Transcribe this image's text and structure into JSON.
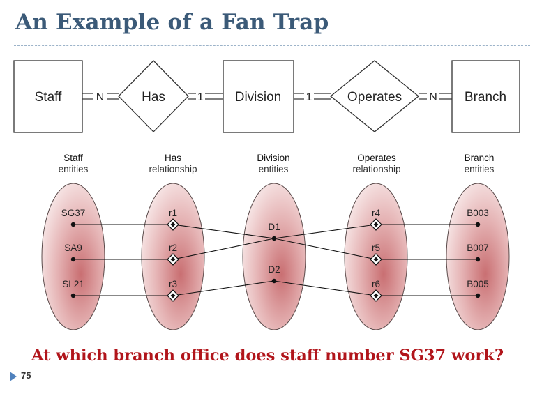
{
  "slide": {
    "title": "An Example of a Fan Trap",
    "question": "At which branch office does staff number SG37 work?",
    "page_number": "75"
  },
  "er": {
    "entities": {
      "staff": "Staff",
      "division": "Division",
      "branch": "Branch"
    },
    "relationships": {
      "has": "Has",
      "operates": "Operates"
    },
    "cardinalities": {
      "staff_has": "N",
      "has_division": "1",
      "division_operates": "1",
      "operates_branch": "N"
    }
  },
  "columns": [
    {
      "name": "Staff",
      "kind": "entities"
    },
    {
      "name": "Has",
      "kind": "relationship"
    },
    {
      "name": "Division",
      "kind": "entities"
    },
    {
      "name": "Operates",
      "kind": "relationship"
    },
    {
      "name": "Branch",
      "kind": "entities"
    }
  ],
  "occurrences": {
    "staff": [
      "SG37",
      "SA9",
      "SL21"
    ],
    "has": [
      "r1",
      "r2",
      "r3"
    ],
    "division": [
      "D1",
      "D2"
    ],
    "operates": [
      "r4",
      "r5",
      "r6"
    ],
    "branch": [
      "B003",
      "B007",
      "B005"
    ]
  },
  "links": {
    "staff_to_has": [
      [
        "SG37",
        "r1"
      ],
      [
        "SA9",
        "r2"
      ],
      [
        "SL21",
        "r3"
      ]
    ],
    "has_to_division": [
      [
        "r1",
        "D1"
      ],
      [
        "r2",
        "D1"
      ],
      [
        "r3",
        "D2"
      ]
    ],
    "division_to_operates": [
      [
        "D1",
        "r4"
      ],
      [
        "D1",
        "r5"
      ],
      [
        "D2",
        "r6"
      ]
    ],
    "operates_to_branch": [
      [
        "r4",
        "B003"
      ],
      [
        "r5",
        "B007"
      ],
      [
        "r6",
        "B005"
      ]
    ]
  }
}
